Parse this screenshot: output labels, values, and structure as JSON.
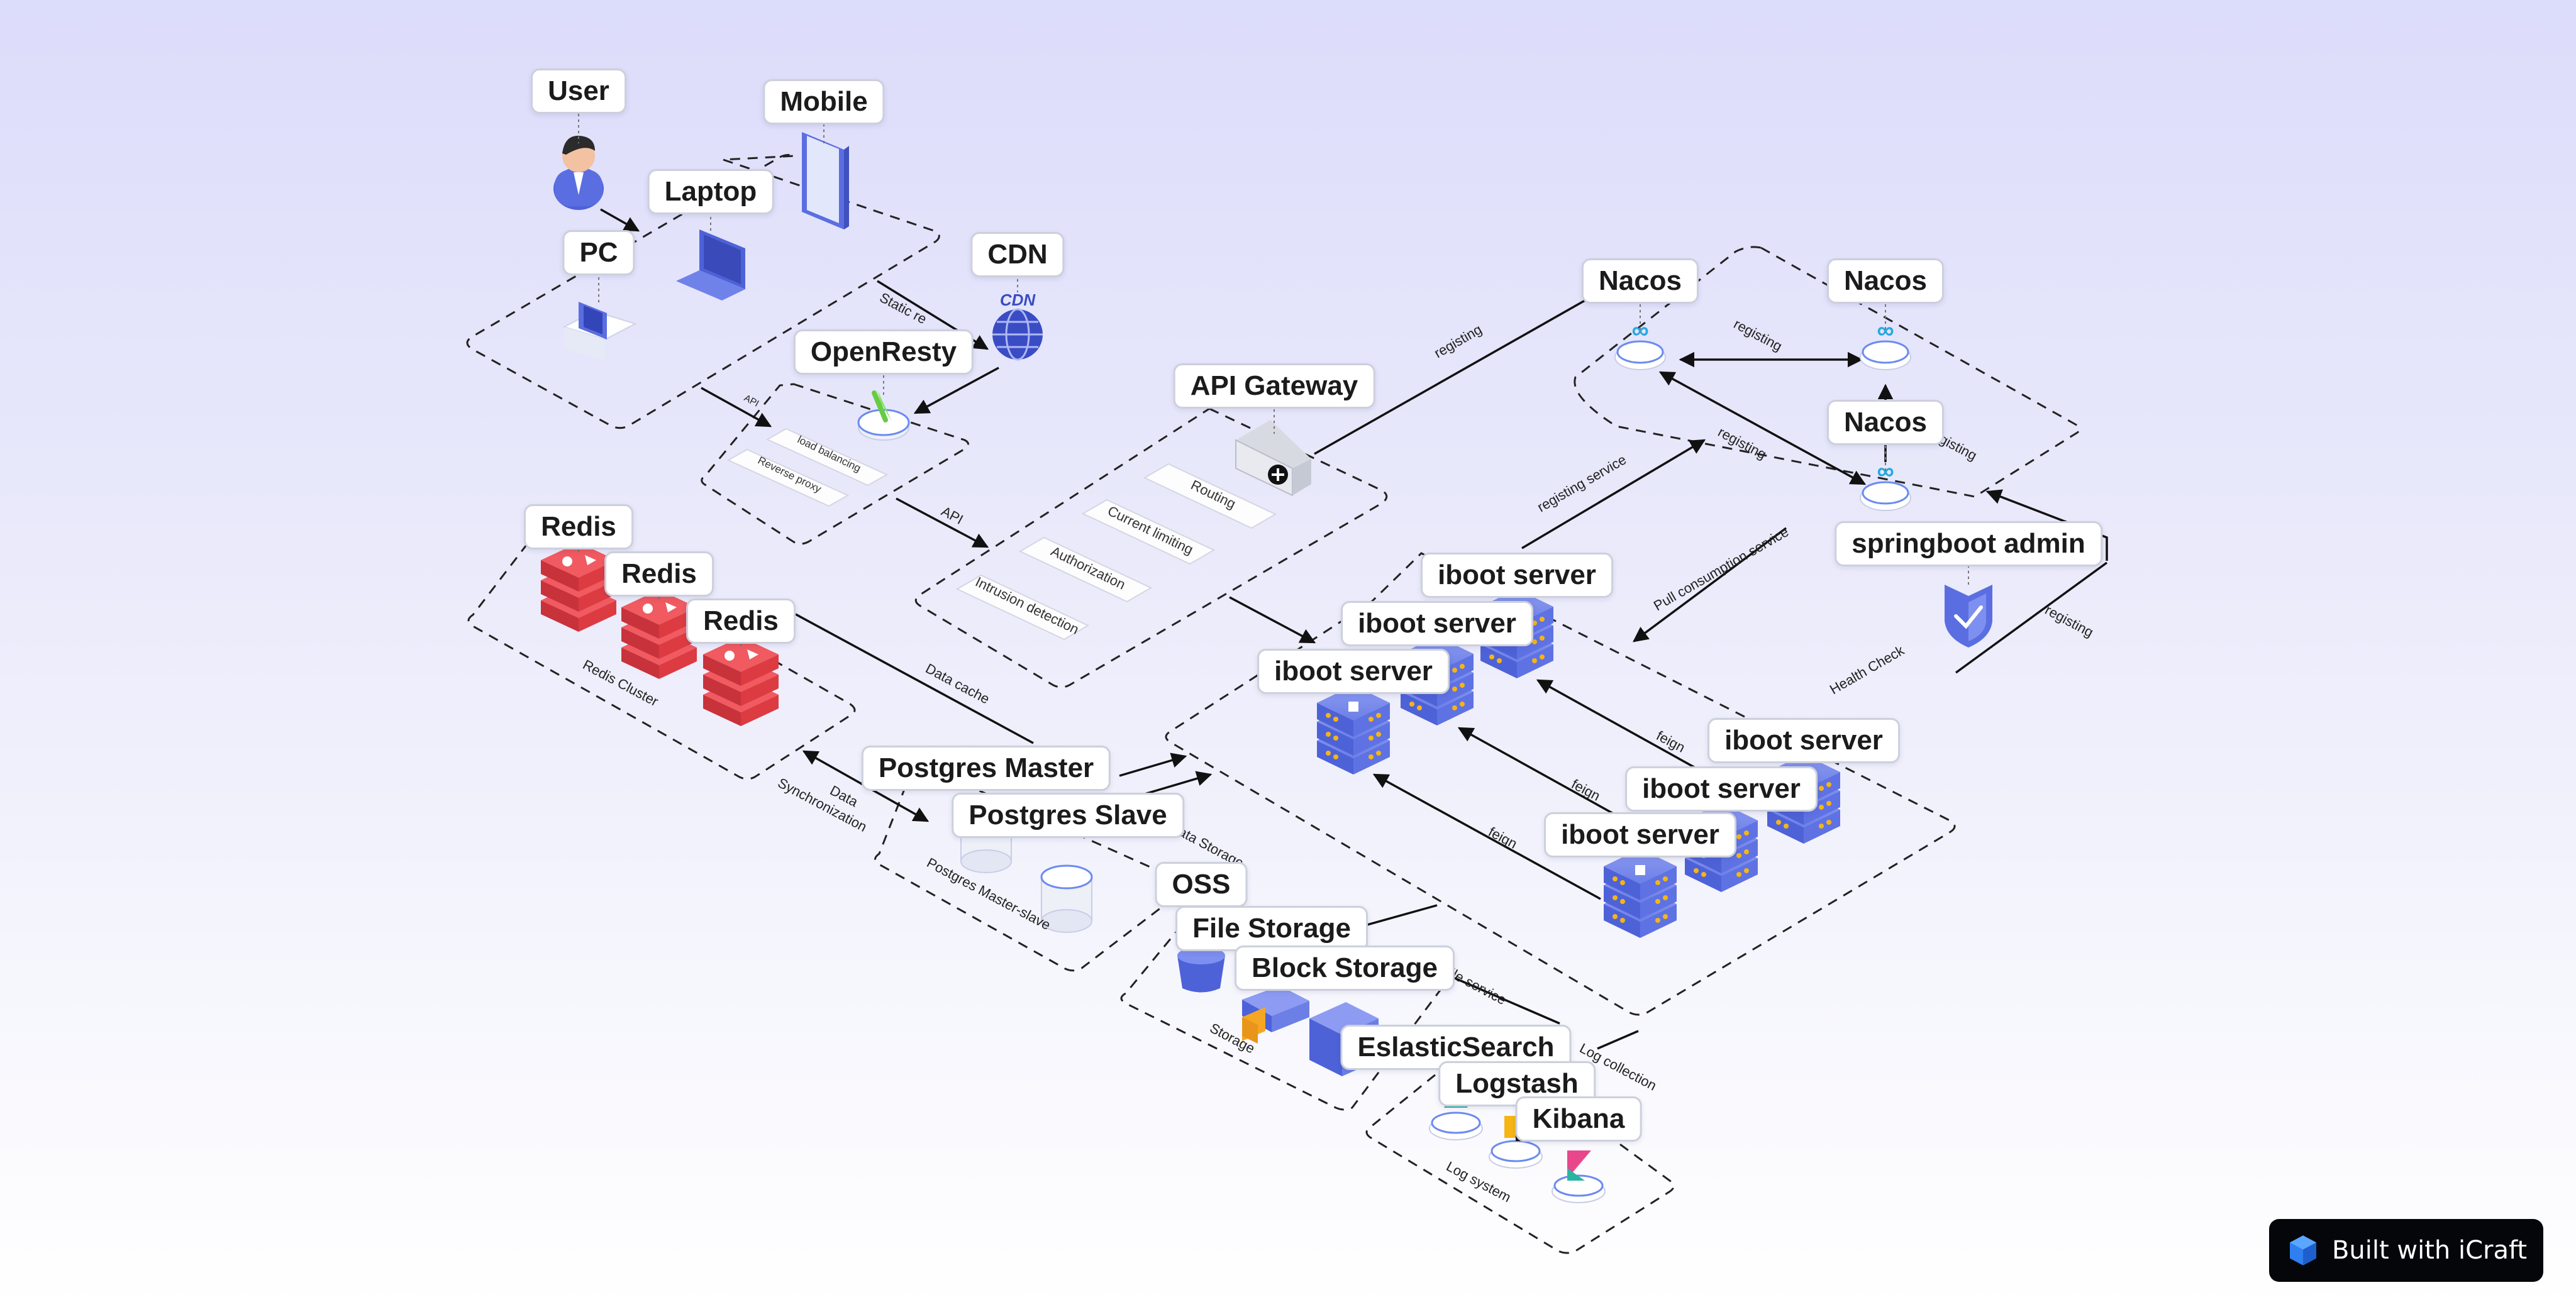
{
  "labels": {
    "user": "User",
    "mobile": "Mobile",
    "laptop": "Laptop",
    "pc": "PC",
    "cdn": "CDN",
    "openresty": "OpenResty",
    "api_gateway": "API Gateway",
    "nacos_1": "Nacos",
    "nacos_2": "Nacos",
    "nacos_3": "Nacos",
    "springboot_admin": "springboot admin",
    "redis_1": "Redis",
    "redis_2": "Redis",
    "redis_3": "Redis",
    "postgres_master": "Postgres Master",
    "postgres_slave": "Postgres Slave",
    "oss": "OSS",
    "file_storage": "File Storage",
    "block_storage": "Block Storage",
    "elasticsearch": "EslasticSearch",
    "logstash": "Logstash",
    "kibana": "Kibana",
    "iboot_1": "iboot server",
    "iboot_2": "iboot server",
    "iboot_3": "iboot server",
    "iboot_4": "iboot server",
    "iboot_5": "iboot server",
    "iboot_6": "iboot server"
  },
  "tiles": {
    "load_balancing": "load balancing",
    "reverse_proxy": "Reverse proxy",
    "routing": "Routing",
    "current_limiting": "Current limiting",
    "authorization": "Authorization",
    "intrusion_detection": "Intrusion detection"
  },
  "groups": {
    "redis_cluster": "Redis Cluster",
    "postgres_ms": "Postgres Master-slave",
    "storage": "Storage",
    "log_system": "Log system"
  },
  "edges": {
    "api_small": "API",
    "static_resources": "Static re",
    "api": "API",
    "registing_gw": "registing",
    "registing_n12": "registing",
    "registing_n13": "registing",
    "registing_n2": "gisting",
    "registing_service": "registing service",
    "pull_consumption": "Pull consumption service",
    "health_check": "Health Check",
    "registing_sba": "registing",
    "data_cache": "Data cache",
    "data_sync_1": "Data",
    "data_sync_2": "Synchronization",
    "data_storage": "Data Storage",
    "file_service": "file service",
    "log_collection": "Log collection",
    "feign_1": "feign",
    "feign_2": "feign",
    "feign_3": "feign"
  },
  "footer": {
    "badge_text": "Built with iCraft"
  },
  "colors": {
    "server_blue": "#5b6ee1",
    "redis_red": "#e8434a",
    "badge_bg": "#05060a"
  }
}
